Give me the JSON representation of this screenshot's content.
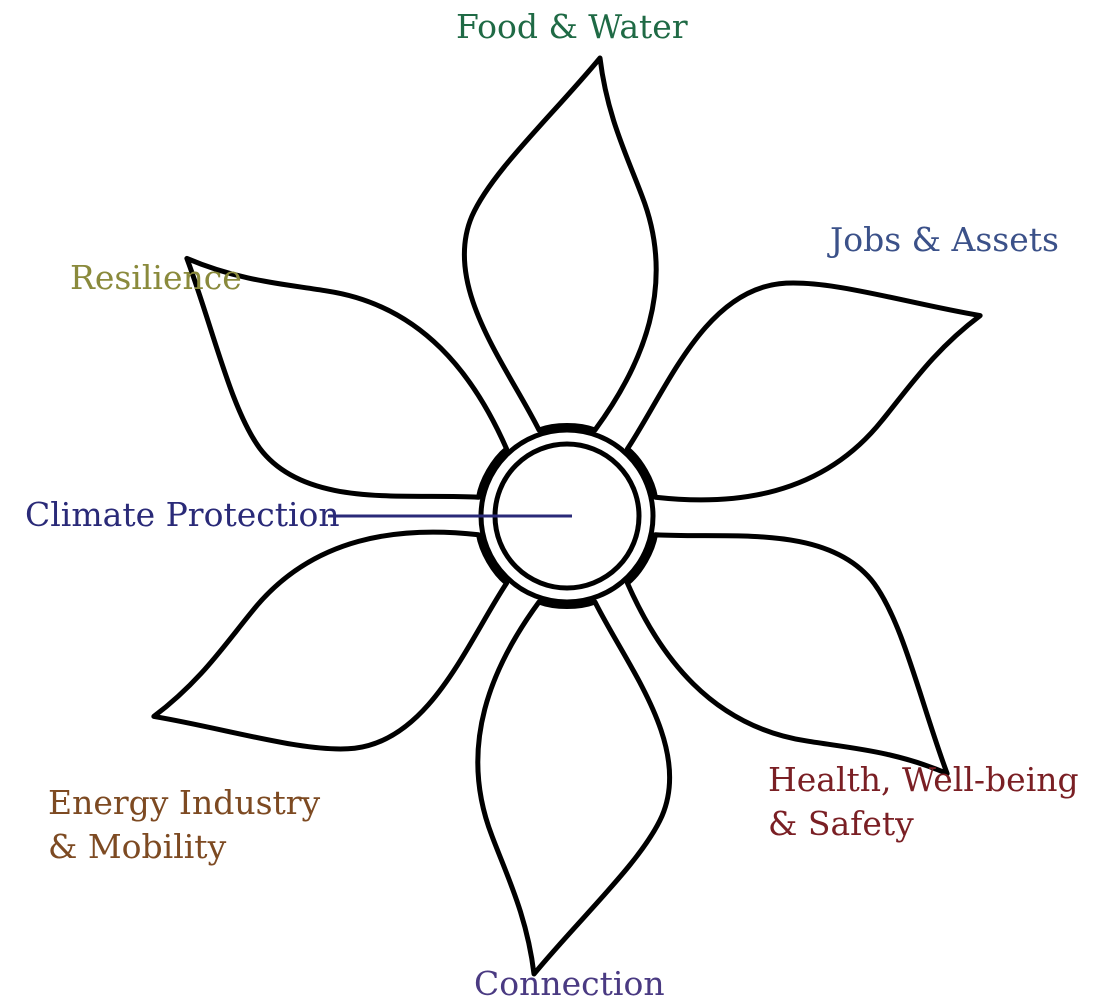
{
  "diagram": {
    "center": {
      "label": "Climate Protection",
      "color": "#2a2a78"
    },
    "petals": [
      {
        "id": "food",
        "label_lines": [
          "Food & Water"
        ],
        "color": "#1f6a45"
      },
      {
        "id": "jobs",
        "label_lines": [
          "Jobs & Assets"
        ],
        "color": "#3b5189"
      },
      {
        "id": "health",
        "label_lines": [
          "Health, Well-being",
          "& Safety"
        ],
        "color": "#7a1f24"
      },
      {
        "id": "connection",
        "label_lines": [
          "Connection"
        ],
        "color": "#4a3a82"
      },
      {
        "id": "energy",
        "label_lines": [
          "Energy Industry",
          "& Mobility"
        ],
        "color": "#7d4a22"
      },
      {
        "id": "resilience",
        "label_lines": [
          "Resilience"
        ],
        "color": "#8a8a3c"
      }
    ],
    "outline_color": "#000000",
    "jobs_petal_outline_color": "#3a3a3a"
  }
}
